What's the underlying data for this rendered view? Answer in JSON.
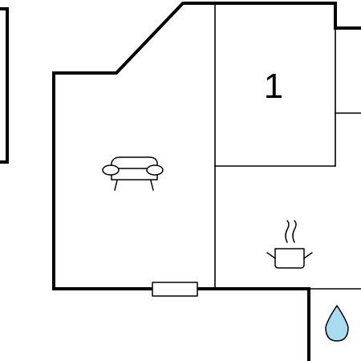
{
  "floorplan": {
    "rooms": [
      {
        "label": "1"
      }
    ],
    "icons": [
      {
        "name": "sofa-icon",
        "meaning": "sofa"
      },
      {
        "name": "cooking-pot-icon",
        "meaning": "kitchen"
      },
      {
        "name": "water-drop-icon",
        "meaning": "bathroom"
      }
    ],
    "colors": {
      "wall": "#000000",
      "background": "#ffffff",
      "water_drop": "#a8dcf0",
      "window": "#ffffff"
    }
  }
}
